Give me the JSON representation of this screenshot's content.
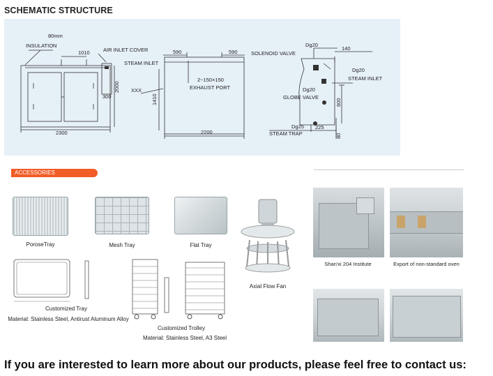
{
  "schematic": {
    "title": "SCHEMATIC STRUCTURE",
    "labels": {
      "dim_80mm": "80mm",
      "insulation": "INSULATION",
      "dim_1010": "1010",
      "air_inlet_cover": "AIR INLET COVER",
      "steam_inlet_left": "STEAM INLET",
      "dim_2000": "2000",
      "dim_300": "300",
      "dim_2300": "2300",
      "xxx": "XXX",
      "dim_590a": "590",
      "dim_590b": "590",
      "exhaust_size": "2~150×150",
      "exhaust_port": "EXHAUST PORT",
      "dim_1410": "1410",
      "dim_2200": "2200",
      "dg20_a": "Dg20",
      "solenoid_valve": "SOLENOID VALVE",
      "dim_140": "140",
      "dg20_b": "Dg20",
      "steam_inlet_right": "STEAM INLET",
      "dg20_c": "Dg20",
      "globe_valve": "GLOBE VALVE",
      "dim_600": "600",
      "dg25": "Dg25",
      "dim_225": "225",
      "steam_trap": "STEAM TRAP",
      "dim_80": "80"
    }
  },
  "accessories": {
    "tab_label": "ACCESSORIES",
    "items": {
      "porose_tray": "PoroseTray",
      "mesh_tray": "Mesh Tray",
      "flat_tray": "Flat Tray",
      "axial_flow_fan": "Axial Flow Fan",
      "customized_tray": "Customized Tray",
      "customized_tray_material": "Material: Stainless Steel, Antirust Aluminum Alloy",
      "customized_trolley": "Customized Trolley",
      "customized_trolley_material": "Material: Stainless Steel, A3 Steel"
    },
    "photos": {
      "shanxi": "Shan'xi 204 Institute",
      "export": "Export of non-standard oven"
    }
  },
  "footer": {
    "text": "If you are interested to learn more about our products, please feel free to contact us:"
  },
  "colors": {
    "schematic_bg": "#e6f0f7",
    "accent": "#f25c26",
    "line": "#333333"
  }
}
